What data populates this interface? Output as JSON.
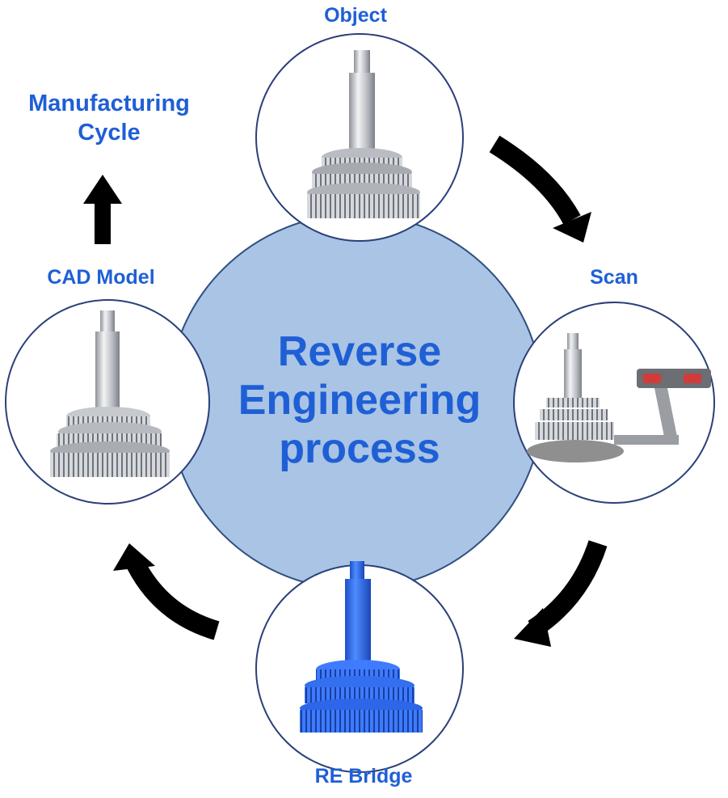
{
  "center_title": {
    "line1": "Reverse",
    "line2": "Engineering",
    "line3": "process"
  },
  "stages": {
    "object": "Object",
    "scan": "Scan",
    "re_bridge": "RE Bridge",
    "cad_model": "CAD Model"
  },
  "output": {
    "line1": "Manufacturing",
    "line2": "Cycle"
  },
  "colors": {
    "label_blue": "#1f5fd6",
    "hub_fill": "#a9c4e4",
    "hub_stroke": "#2f4f80",
    "ring_stroke": "#2b3f7a",
    "arrow": "#000000",
    "part_blue": "#2a6cf0",
    "metal": "#c9ccd1"
  },
  "icons": [
    "gear-shaft-silver",
    "scanner-arm",
    "gear-shaft-blue",
    "gear-shaft-cad"
  ]
}
